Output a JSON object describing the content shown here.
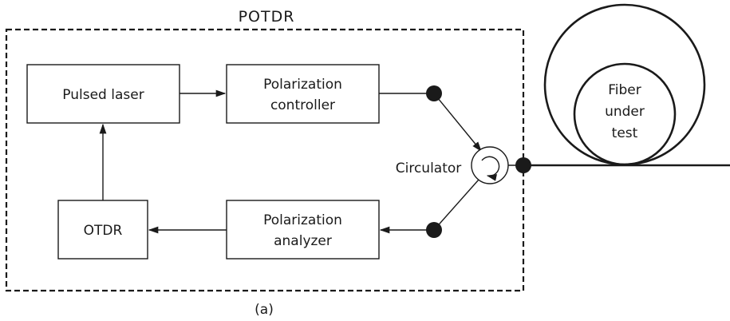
{
  "title": "POTDR",
  "blocks": {
    "pulsed_laser": "Pulsed laser",
    "pol_controller": [
      "Polarization",
      "controller"
    ],
    "otdr": "OTDR",
    "pol_analyzer": [
      "Polarization",
      "analyzer"
    ],
    "circulator": "Circulator"
  },
  "fiber_label": [
    "Fiber",
    "under",
    "test"
  ],
  "caption": "(a)",
  "colors": {
    "ink": "#1a1a1a",
    "background": "#ffffff"
  }
}
